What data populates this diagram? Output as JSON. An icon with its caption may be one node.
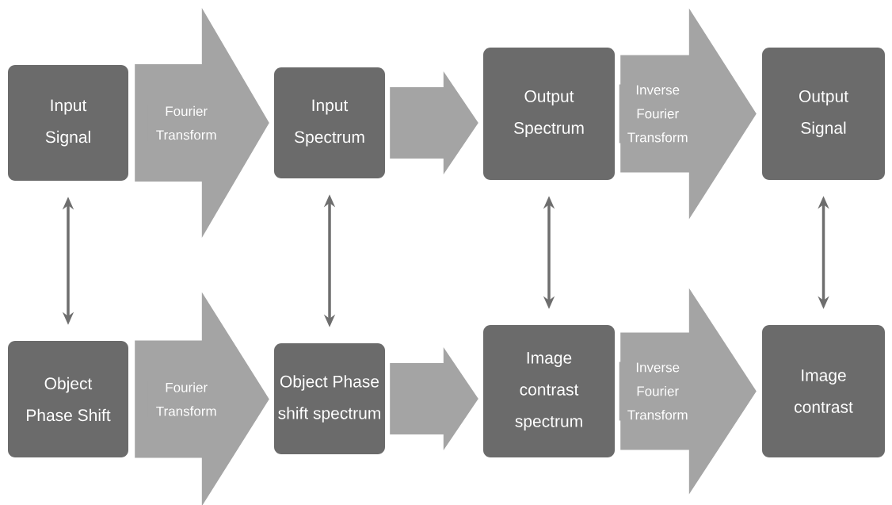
{
  "diagram": {
    "nodes": [
      {
        "text": [
          "Input Signal"
        ]
      },
      {
        "text": [
          "Input Spectrum"
        ]
      },
      {
        "text": [
          "Output Spectrum"
        ]
      },
      {
        "text": [
          "Output Signal"
        ]
      },
      {
        "text": [
          "Object Phase Shift"
        ]
      },
      {
        "text": [
          "Object Phase shift spectrum"
        ]
      },
      {
        "text": [
          "Image contrast spectrum"
        ]
      },
      {
        "text": [
          "Image contrast"
        ]
      }
    ],
    "edges": [
      {
        "from": 0,
        "to": 1,
        "arrow": "to",
        "label": "Fourier Transform"
      },
      {
        "from": 1,
        "to": 2,
        "arrow": "to"
      },
      {
        "from": 2,
        "to": 3,
        "arrow": "to",
        "label": "Inverse Fourier Transform"
      },
      {
        "from": 4,
        "to": 5,
        "arrow": "to",
        "label": "Fourier Transform"
      },
      {
        "from": 5,
        "to": 6,
        "arrow": "to"
      },
      {
        "from": 6,
        "to": 7,
        "arrow": "to",
        "label": "Inverse Fourier Transform"
      },
      {
        "from": 0,
        "to": 4,
        "arrow": "both",
        "color": "#6e6e6e"
      },
      {
        "from": 1,
        "to": 5,
        "arrow": "both",
        "color": "#6e6e6e"
      },
      {
        "from": 2,
        "to": 6,
        "arrow": "both",
        "color": "#6e6e6e"
      },
      {
        "from": 3,
        "to": 7,
        "arrow": "both",
        "color": "#6e6e6e"
      }
    ]
  }
}
